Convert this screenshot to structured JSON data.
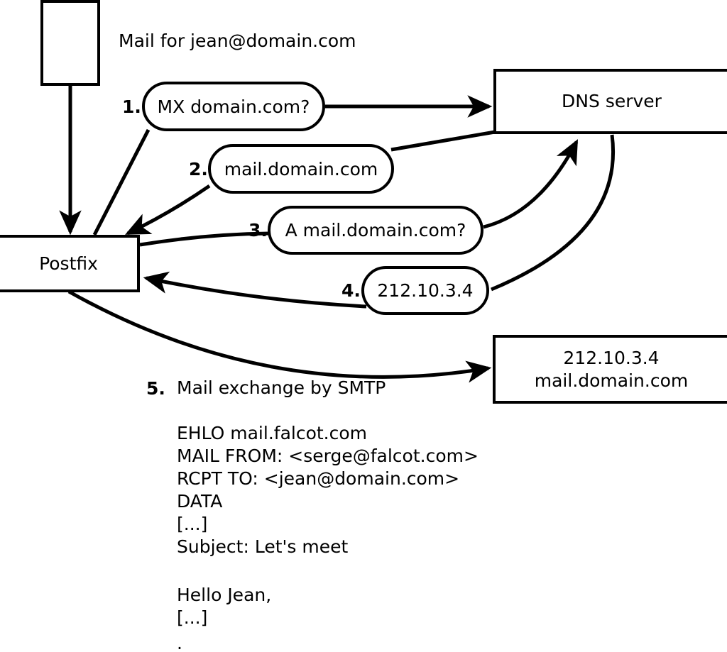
{
  "diagram": {
    "title": "Mail for jean@domain.com",
    "nodes": [
      {
        "id": "sender",
        "label": "",
        "kind": "rect"
      },
      {
        "id": "postfix",
        "label": "Postfix",
        "kind": "rect"
      },
      {
        "id": "dns",
        "label": "DNS server",
        "kind": "rect"
      },
      {
        "id": "target",
        "label_line1": "212.10.3.4",
        "label_line2": "mail.domain.com",
        "kind": "rect"
      }
    ],
    "steps": [
      {
        "num": "1.",
        "label": "MX domain.com?"
      },
      {
        "num": "2.",
        "label": "mail.domain.com"
      },
      {
        "num": "3.",
        "label": "A mail.domain.com?"
      },
      {
        "num": "4.",
        "label": "212.10.3.4"
      },
      {
        "num": "5.",
        "label": "Mail exchange by SMTP"
      }
    ],
    "smtp_transcript": [
      "EHLO mail.falcot.com",
      "MAIL FROM: <serge@falcot.com>",
      "RCPT TO: <jean@domain.com>",
      "DATA",
      "[...]",
      "Subject: Let's meet",
      "",
      "Hello Jean,",
      "[...]",
      "."
    ],
    "colors": {
      "stroke": "#000000",
      "background": "#ffffff"
    }
  }
}
